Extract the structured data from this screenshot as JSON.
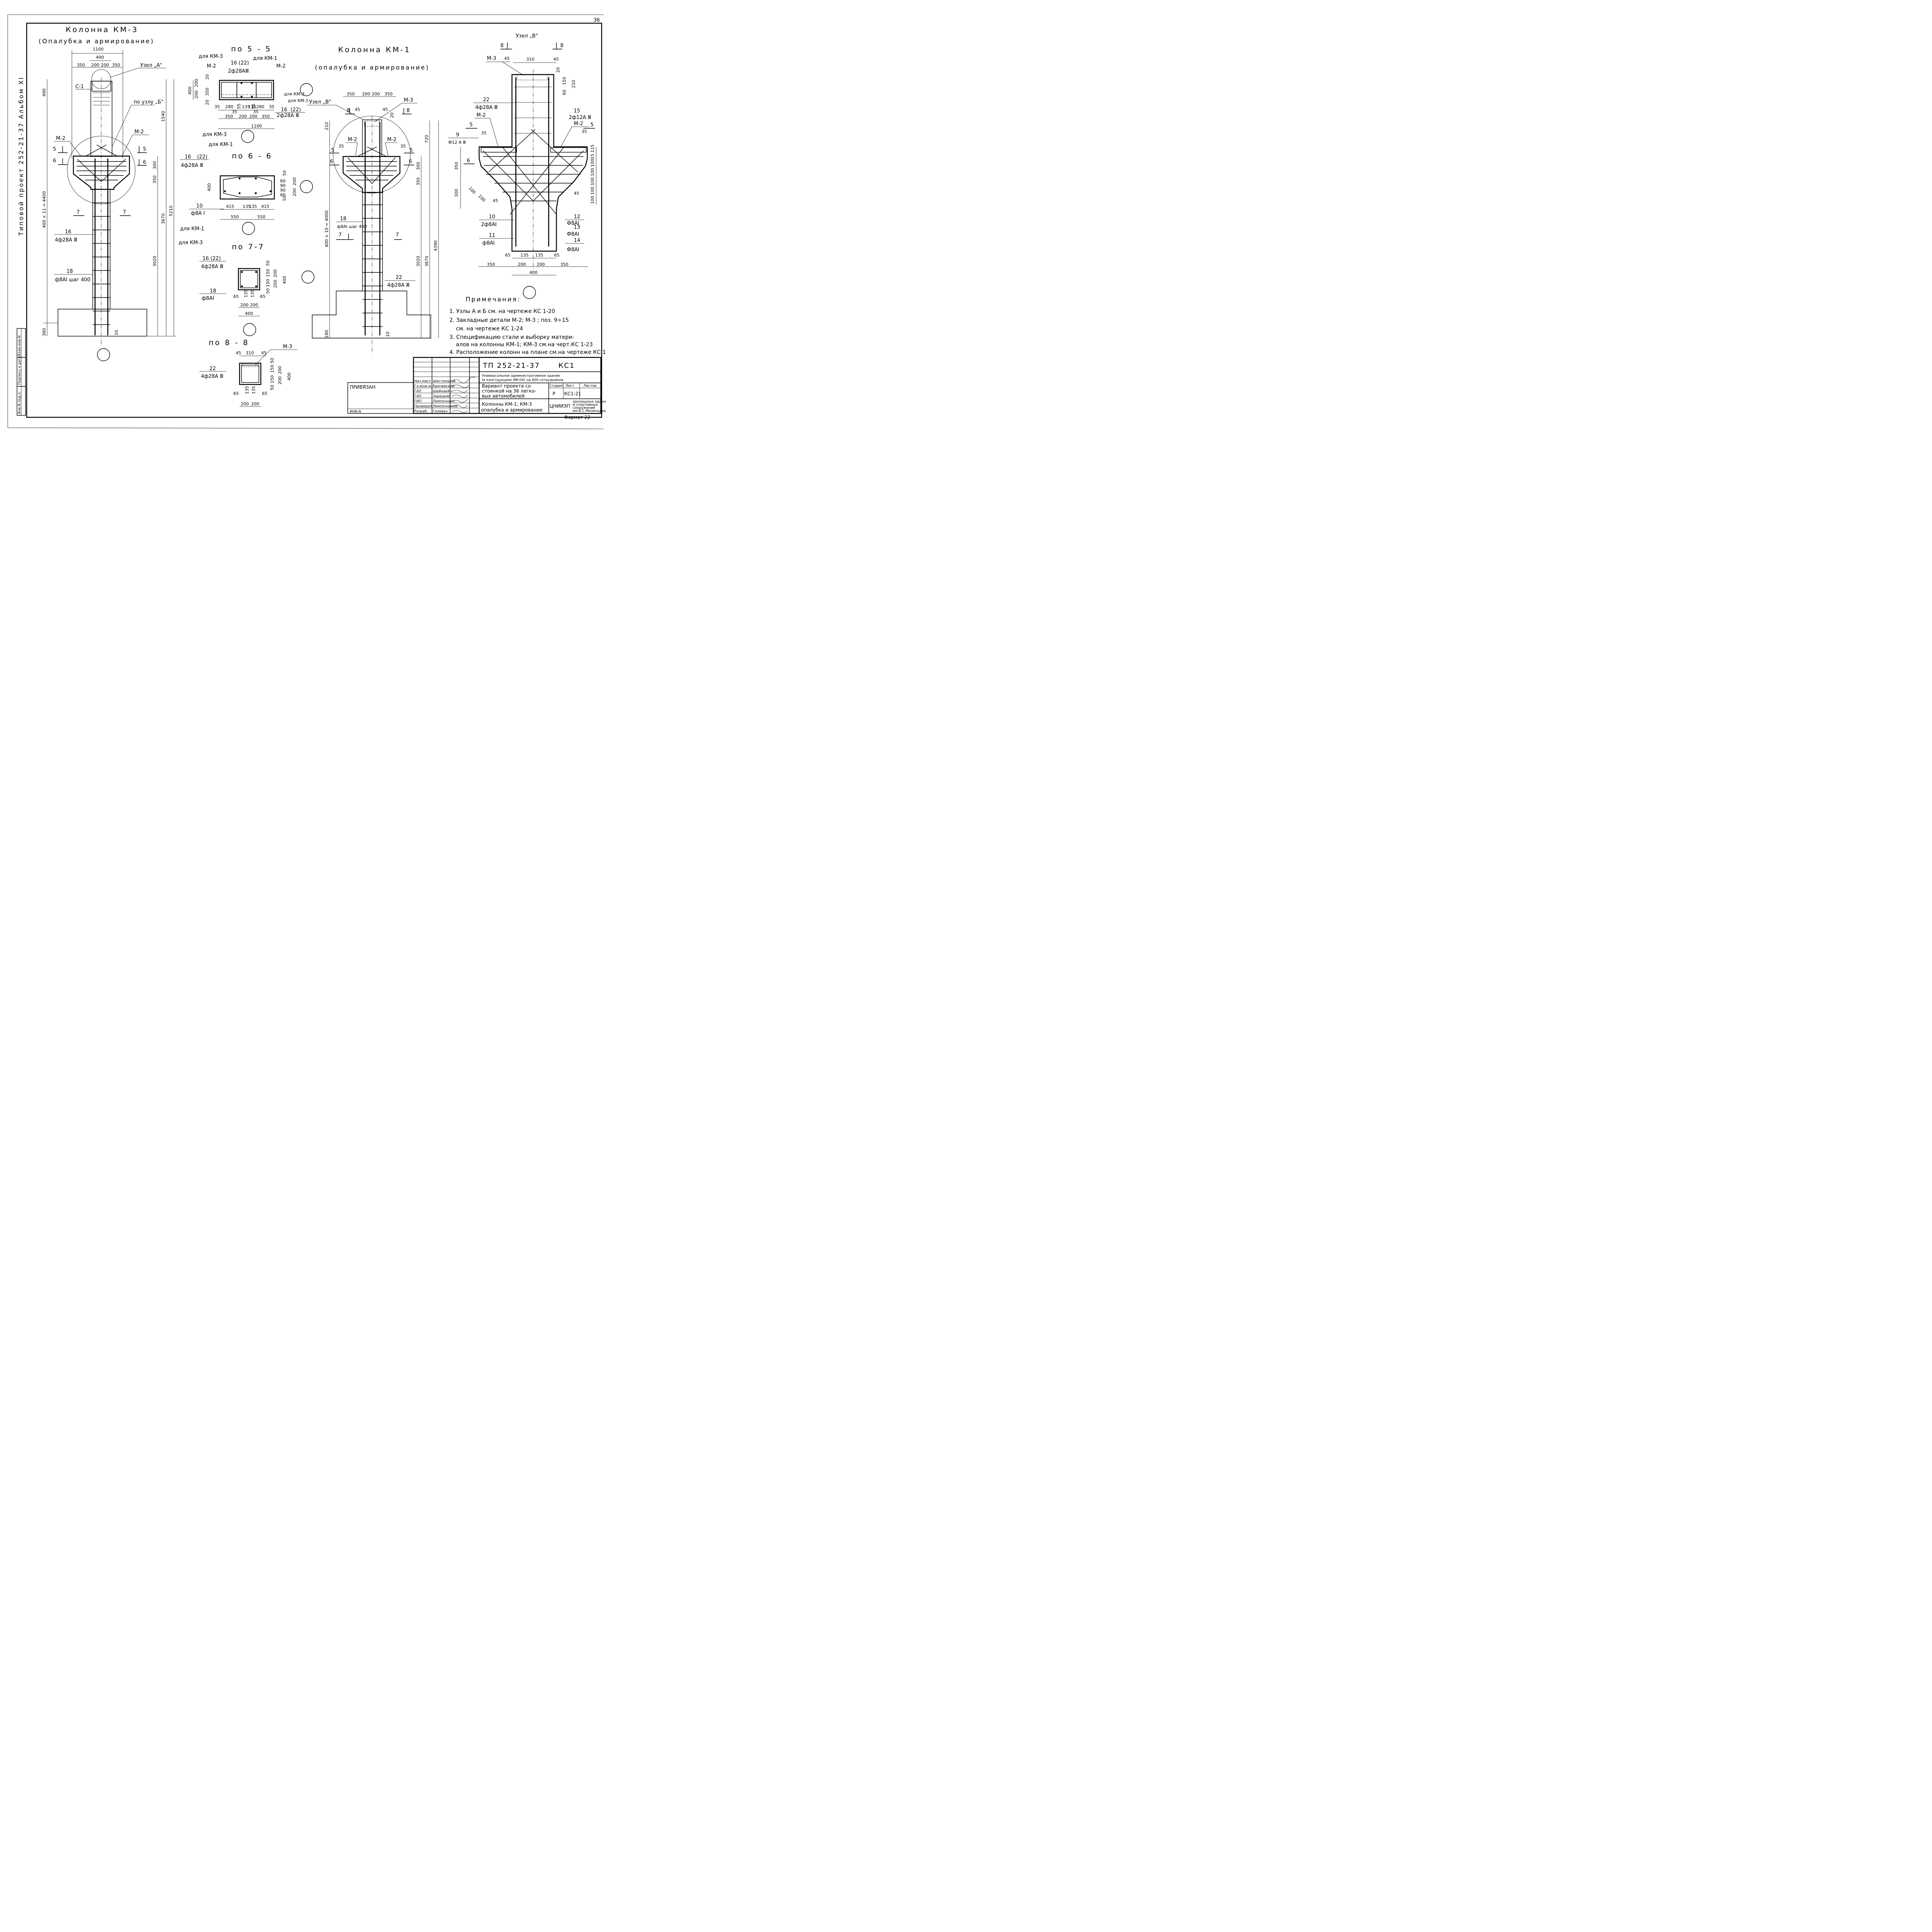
{
  "page_number": "36",
  "side_title": "Типовой проект 252-21-37 Альбом XI",
  "stamp_column": [
    "Инв.N под.л.",
    "Подпись и дата",
    "Взам.инв.N"
  ],
  "km3": {
    "title": "Колонна КМ-3",
    "subtitle": "(Опалубка и армирование)",
    "node_a": "Узел „А\"",
    "node_b_ref": "по узлу „Б\"",
    "c1": "С-1",
    "m2_left": "М-2",
    "m2_right": "М-2",
    "sec5": "5",
    "sec6": "6",
    "sec7": "7",
    "bar16_pos": "16",
    "bar16_spec": "4ф28А Ⅲ",
    "bar18_pos": "18",
    "bar18_spec": "ф8АI шаг 400",
    "dims": {
      "w1100": "1100",
      "w400": "400",
      "w350a": "350",
      "w200a": "200",
      "w200b": "200",
      "w350b": "350",
      "h490": "490",
      "h1540": "1540",
      "h300": "300",
      "h350": "350",
      "h3670": "3670",
      "h5210": "5210",
      "h3020": "3020",
      "h360": "360",
      "h10": "10",
      "stack": "400 × 11 = 4400"
    }
  },
  "s55": {
    "title": "по 5 - 5",
    "for_km3": "для КМ-3",
    "for_km1": "для КМ-1",
    "pos16": "16 (22)",
    "spec_top": "2ф28АⅢ",
    "m2a": "М-2",
    "m2b": "М-2",
    "for_km3_b": "для КМ-3",
    "for_km1_b": "для КМ-1",
    "pos16b": "16",
    "pos22b": "(22)",
    "spec_bot": "2ф28А Ⅲ",
    "dims": {
      "h400": "400",
      "h200a": "200",
      "h200b": "200",
      "h350": "350",
      "h20a": "20",
      "h20b": "20",
      "d35a": "35",
      "d280a": "280",
      "d55a": "55",
      "d135a": "135",
      "d135b": "135",
      "d55b": "55",
      "d280b": "280",
      "d35b": "35",
      "d35c": "35",
      "d35d": "35",
      "w350a": "350",
      "w200a": "200",
      "w200b": "200",
      "w350b": "350",
      "w1100": "1100"
    }
  },
  "s66": {
    "title": "по 6 - 6",
    "for_km3": "для КМ-3",
    "for_km1": "для КМ-1",
    "pos16": "16",
    "pos22": "(22)",
    "spec": "4ф28А Ⅲ",
    "pos10": "10",
    "spec10": "ф8А I",
    "dims": {
      "h400": "400",
      "h50a": "50",
      "h60": "60",
      "h90a": "90",
      "h90b": "90",
      "h60b": "60",
      "h50b": "50",
      "h200a": "200",
      "h200b": "200",
      "d415a": "415",
      "d135a": "135",
      "d135b": "135",
      "d415b": "415",
      "d550a": "550",
      "d550b": "550"
    }
  },
  "s77": {
    "title": "по 7-7",
    "for_km1": "для КМ-1",
    "for_km3": "для КМ-3",
    "pos16": "16 (22)",
    "spec": "4ф28А Ⅲ",
    "pos18": "18",
    "spec18": "ф8АI",
    "dims": {
      "h50a": "50",
      "h150a": "150",
      "h150b": "150",
      "h50b": "50",
      "h200a": "200",
      "h200b": "200",
      "h400": "400",
      "d65a": "65",
      "d135a": "135",
      "d135b": "135",
      "d65b": "65",
      "d200a": "200",
      "d200b": "200",
      "d400": "400"
    }
  },
  "s88": {
    "title": "по 8 - 8",
    "m3": "М-3",
    "pos22": "22",
    "spec": "4ф28А Ⅲ",
    "dims": {
      "d45a": "45",
      "d310": "310",
      "d45b": "45",
      "h50a": "50",
      "h150a": "150",
      "h150b": "150",
      "h50b": "50",
      "h200a": "200",
      "h200b": "200",
      "h400": "400",
      "d65a": "65",
      "d135a": "135",
      "d135b": "135",
      "d65b": "65",
      "d200a": "200",
      "d200b": "200"
    }
  },
  "km1": {
    "title": "Колонна КМ-1",
    "subtitle": "(опалубка и армирование)",
    "node_b": "Узел „В\"",
    "m3": "М-3",
    "m2a": "М-2",
    "m2b": "М-2",
    "sec5": "5",
    "sec6": "6",
    "sec7": "7",
    "sec8": "8",
    "bar18_pos": "18",
    "bar18_spec": "ф8АI шаг 400",
    "bar22_pos": "22",
    "bar22_spec": "4ф28А Ⅲ",
    "dims": {
      "w350a": "350",
      "w200a": "200",
      "w200b": "200",
      "w350b": "350",
      "d45a": "45",
      "d45b": "45",
      "d20": "20",
      "d35a": "35",
      "d35b": "35",
      "h210": "210",
      "h720": "720",
      "h300": "300",
      "h350": "350",
      "h3020": "3020",
      "h3670": "3670",
      "h4390": "4390",
      "h180": "180",
      "h10": "10",
      "stack": "400 × 10 = 4000"
    }
  },
  "nodeV": {
    "title": "Узел „В\"",
    "sec8": "8",
    "m3": "М-3",
    "m2a": "М-2",
    "m2b": "М-2",
    "pos22": "22",
    "spec22": "4ф28А Ⅲ",
    "pos15": "15",
    "spec15": "2ф12А Ⅲ",
    "pos9": "9",
    "spec9": "Ф12 А Ⅲ",
    "pos10": "10",
    "spec10": "2ф8АI",
    "pos11": "11",
    "spec11": "ф8АI",
    "pos12": "12",
    "spec12": "Ф8АI",
    "pos13": "13",
    "spec13": "Ф8АI",
    "pos14": "14",
    "spec14": "Ф8АI",
    "sec5": "5",
    "sec6": "6",
    "dims": {
      "d45a": "45",
      "d310": "310",
      "d45b": "45",
      "d20": "20",
      "d150": "150",
      "d60": "60",
      "d210": "210",
      "d35a": "35",
      "d35b": "35",
      "d350": "350",
      "d300": "300",
      "d100a": "100",
      "d100b": "100",
      "d45c": "45",
      "d45d": "45",
      "d115": "115",
      "d15": "15",
      "d100c": "100",
      "d100d": "100",
      "d100e": "100",
      "d100f": "100",
      "d100g": "100",
      "d65a": "65",
      "d135a": "135",
      "d135b": "135",
      "d65b": "65",
      "w350a": "350",
      "w200a": "200",
      "w200b": "200",
      "w350b": "350",
      "w400": "400"
    }
  },
  "notes": {
    "title": "Примечания:",
    "items": [
      "1. Узлы А и Б см. на чертеже КС 1-20",
      "2. Закладные детали М-2; М-3 ; поз. 9÷15",
      "см. на чертеже КС 1-24",
      "3. Спецификацию стали и выборку матери-",
      "алов на колонны КМ-1; КМ-3 см.на черт.КС 1-23",
      "4. Расположение колонн на плане см.на чертеже КС 1-16"
    ]
  },
  "title_block": {
    "code": "ТП 252-21-37",
    "sheet_code": "КС1",
    "org_desc_1": "Универсальное административное здание",
    "org_desc_2": "(в конструкциях ИИ-04) на 600 сотрудников",
    "variant_1": "Вариант проекта со",
    "variant_2": "стоянкой на 36 легко-",
    "variant_3": "вых автомобилей",
    "drawing_1": "Колонны КМ-1; КМ-3",
    "drawing_2": "опалубка и армирование",
    "stage_h": "Стадия",
    "sheet_h": "Лист",
    "sheets_h": "Листов",
    "stage": "Р",
    "sheet": "КС1-21",
    "org_logo": "ЦНИИЭП",
    "org_name_1": "зрелищных зданий",
    "org_name_2": "и спортивных",
    "org_name_3": "сооружений",
    "org_name_4": "им.Б.С.Мезенцева",
    "privyazan": "ПРИВЯЗАН",
    "inv": "ИНВ.N",
    "format": "Формат 22",
    "roles": [
      "Нач.маст",
      "Гл.инж.м.",
      "ГАП",
      "ГАП",
      "ГИП",
      "Проверил",
      "Разраб."
    ],
    "names": [
      "Шестопалов",
      "Кричевский",
      "Шейнаейн",
      "Зарецкий",
      "Лемпочникс",
      "Лемпочников",
      "Головач"
    ]
  }
}
